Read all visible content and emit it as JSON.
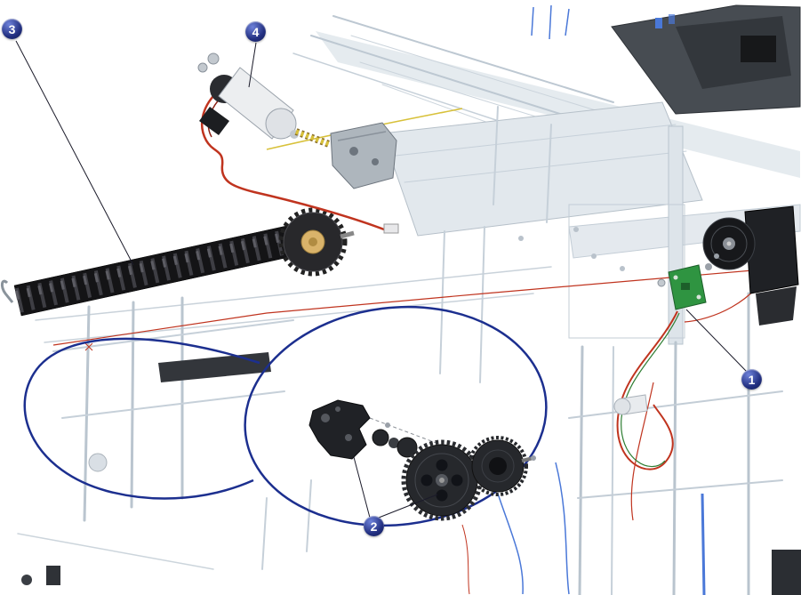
{
  "diagram": {
    "callouts": [
      {
        "label": "1"
      },
      {
        "label": "2"
      },
      {
        "label": "3"
      },
      {
        "label": "4"
      }
    ],
    "colors": {
      "callout_bg": "#212e7f",
      "callout_text": "#ffffff",
      "detail_loop": "#1c2f8f",
      "wire_red": "#c0341f",
      "wire_green": "#2e7d32",
      "wire_blue": "#4a78d8",
      "wire_yellow": "#d8c13a",
      "chassis_line": "#bdc8d2",
      "chassis_fill": "#e6ebef",
      "pcb_green": "#2f9441",
      "gear_dark": "#26282c",
      "hub_tan": "#d9b36a"
    }
  }
}
